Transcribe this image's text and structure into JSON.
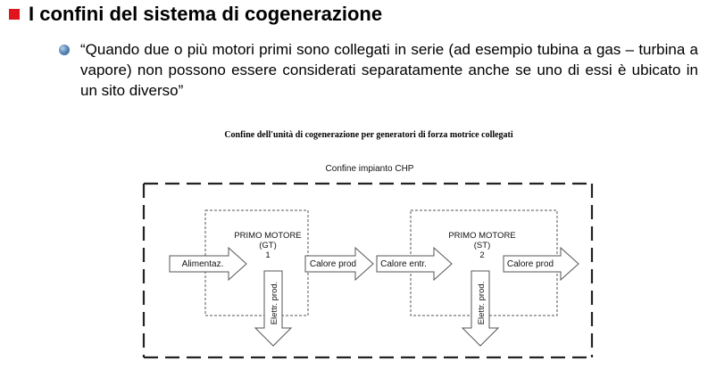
{
  "slide": {
    "title": "I confini del sistema di cogenerazione",
    "bullet_text": "“Quando due o più motori primi sono collegati in serie (ad esempio tubina a gas – turbina a vapore) non possono essere considerati separatamente anche se uno di essi è ubicato in un sito diverso”"
  },
  "figure": {
    "caption": "Confine dell'unità di cogenerazione per generatori di forza motrice collegati",
    "boundary_label": "Confine impianto CHP",
    "unit1": {
      "line1": "PRIMO MOTORE",
      "line2": "(GT)",
      "line3": "1",
      "input_label": "Alimentaz.",
      "output_label": "Calore prod",
      "electric_label": "Elettr. prod."
    },
    "unit2": {
      "line1": "PRIMO MOTORE",
      "line2": "(ST)",
      "line3": "2",
      "input_label": "Calore entr.",
      "output_label": "Calore prod",
      "electric_label": "Elettr. prod."
    }
  }
}
